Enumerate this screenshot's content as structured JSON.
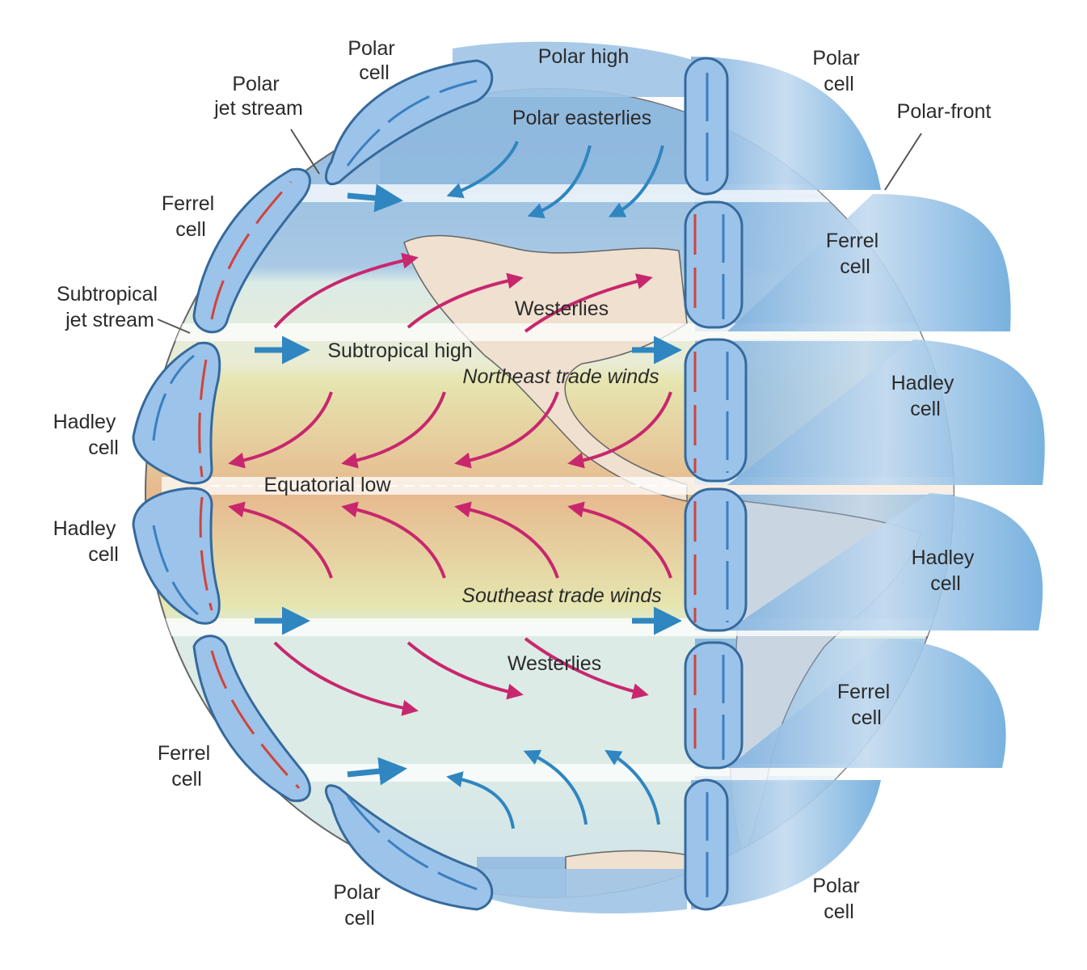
{
  "labels": {
    "polar_cell_top_left": [
      "Polar",
      "cell"
    ],
    "polar_high": "Polar high",
    "polar_cell_top_right": [
      "Polar",
      "cell"
    ],
    "polar_jet_stream": [
      "Polar",
      "jet stream"
    ],
    "polar_easterlies": "Polar easterlies",
    "polar_front": "Polar-front",
    "ferrel_cell_left_upper": [
      "Ferrel",
      "cell"
    ],
    "ferrel_cell_right_upper": [
      "Ferrel",
      "cell"
    ],
    "subtropical_jet_stream": [
      "Subtropical",
      "jet stream"
    ],
    "westerlies_north": "Westerlies",
    "subtropical_high": "Subtropical high",
    "northeast_trade_winds": "Northeast trade winds",
    "hadley_cell_left_upper": [
      "Hadley",
      "cell"
    ],
    "hadley_cell_right_upper": [
      "Hadley",
      "cell"
    ],
    "equatorial_low": "Equatorial low",
    "hadley_cell_left_lower": [
      "Hadley",
      "cell"
    ],
    "hadley_cell_right_lower": [
      "Hadley",
      "cell"
    ],
    "southeast_trade_winds": "Southeast trade winds",
    "westerlies_south": "Westerlies",
    "ferrel_cell_left_lower": [
      "Ferrel",
      "cell"
    ],
    "ferrel_cell_right_lower": [
      "Ferrel",
      "cell"
    ],
    "polar_cell_bottom_left": [
      "Polar",
      "cell"
    ],
    "polar_cell_bottom_right": [
      "Polar",
      "cell"
    ]
  },
  "colors": {
    "cell_fill": "#9cc3ea",
    "wind_magenta": "#c8276e",
    "wind_blue": "#2f86c0",
    "polar_region": "#8fb8de",
    "temperate_region": "#dcebe6",
    "tropical_region": "#e6b98e",
    "subtropical_band": "#e6e6b0"
  }
}
